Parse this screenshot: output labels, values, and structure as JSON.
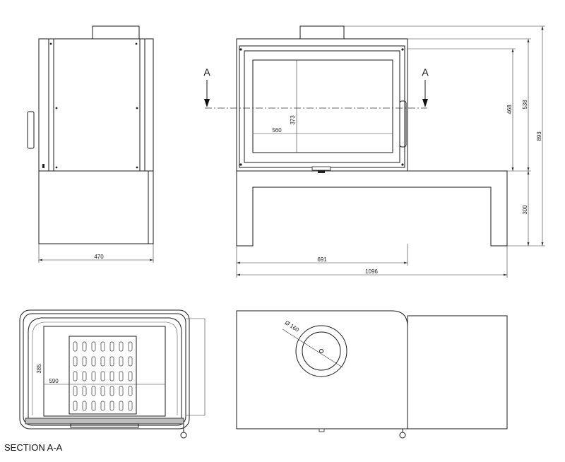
{
  "side_view": {
    "width_label": "470"
  },
  "front_view": {
    "section_marker_left": "A",
    "section_marker_right": "A",
    "glass_width_label": "560",
    "glass_height_label": "373",
    "body_width_label": "691",
    "total_width_label": "1096",
    "firebox_height_label": "468",
    "body_height_label": "538",
    "stand_height_label": "300",
    "total_height_label": "893"
  },
  "section_view": {
    "caption": "SECTION A-A",
    "depth_label": "385",
    "inner_width_label": "590"
  },
  "top_view": {
    "flue_diameter_label": "Ø 160"
  }
}
